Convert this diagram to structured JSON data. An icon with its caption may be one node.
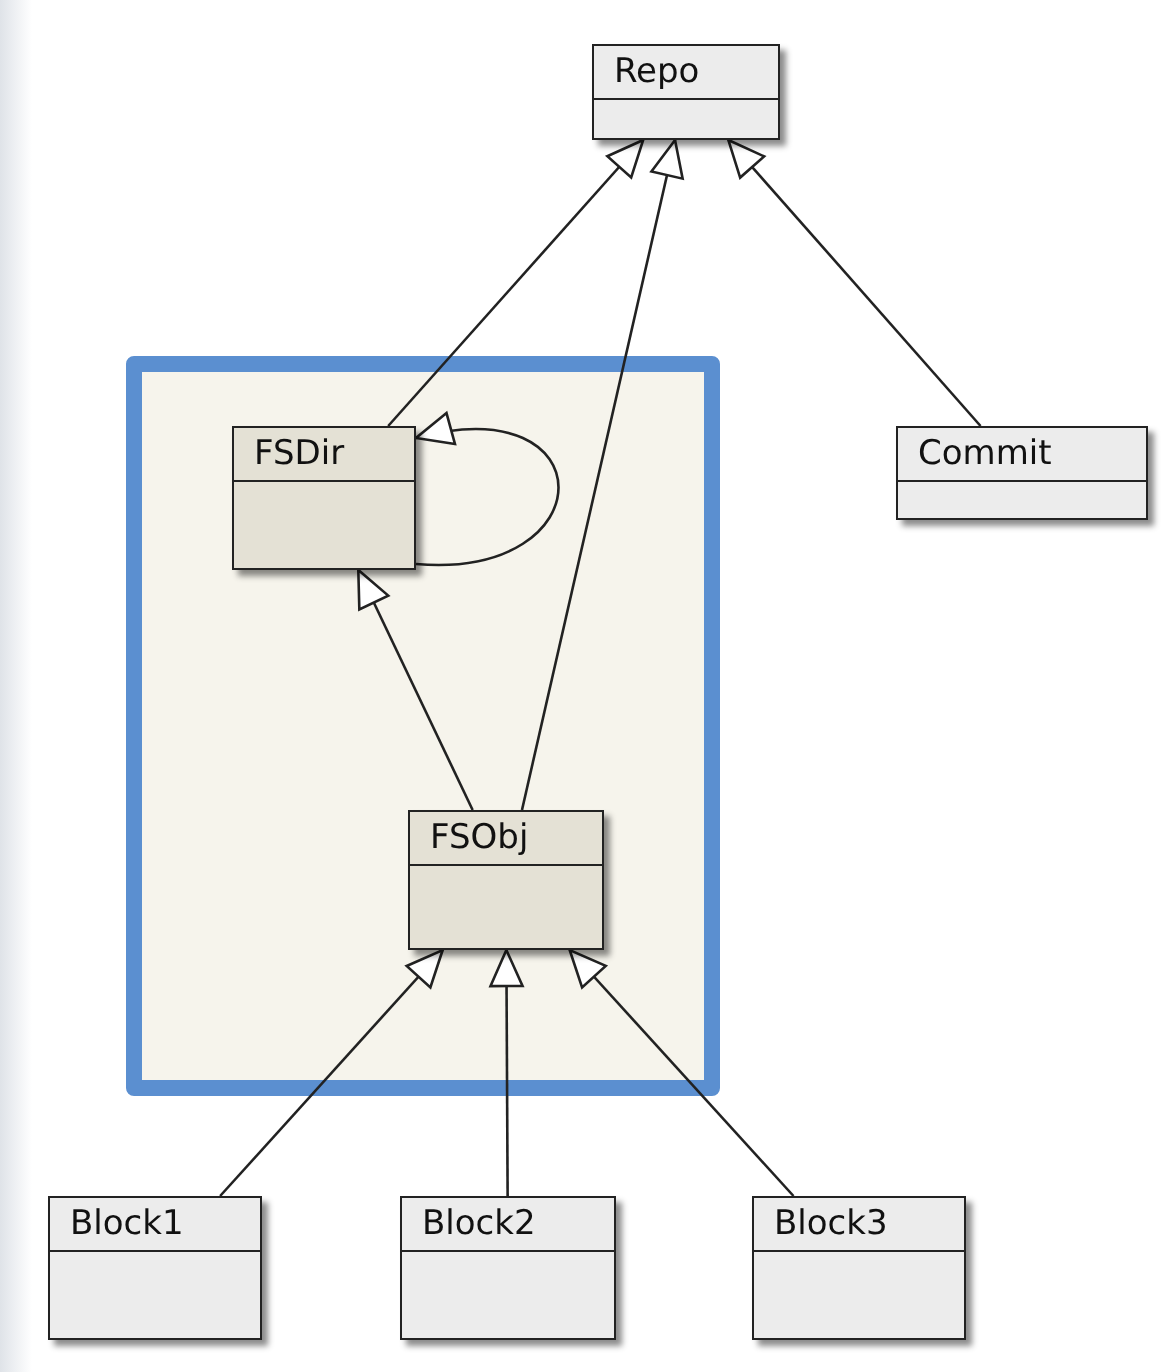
{
  "diagram": {
    "nodes": [
      {
        "text": [
          "Repo"
        ]
      },
      {
        "text": [],
        "shape": "box"
      },
      {
        "text": [
          "FSDir"
        ],
        "in": 1
      },
      {
        "text": [
          "Commit"
        ]
      },
      {
        "text": [
          "FSObj"
        ],
        "in": 1
      },
      {
        "text": [
          "Block1"
        ]
      },
      {
        "text": [
          "Block2"
        ]
      },
      {
        "text": [
          "Block3"
        ]
      }
    ],
    "edges": [
      {
        "from": 2,
        "to": 0,
        "arrow": "to"
      },
      {
        "from": 4,
        "to": 0,
        "arrow": "to"
      },
      {
        "from": 3,
        "to": 0,
        "arrow": "to"
      },
      {
        "from": 2,
        "to": 2,
        "arrow": "to"
      },
      {
        "from": 4,
        "to": 2,
        "arrow": "to"
      },
      {
        "from": 5,
        "to": 4,
        "arrow": "to"
      },
      {
        "from": 6,
        "to": 4,
        "arrow": "to"
      },
      {
        "from": 7,
        "to": 4,
        "arrow": "to"
      }
    ]
  }
}
